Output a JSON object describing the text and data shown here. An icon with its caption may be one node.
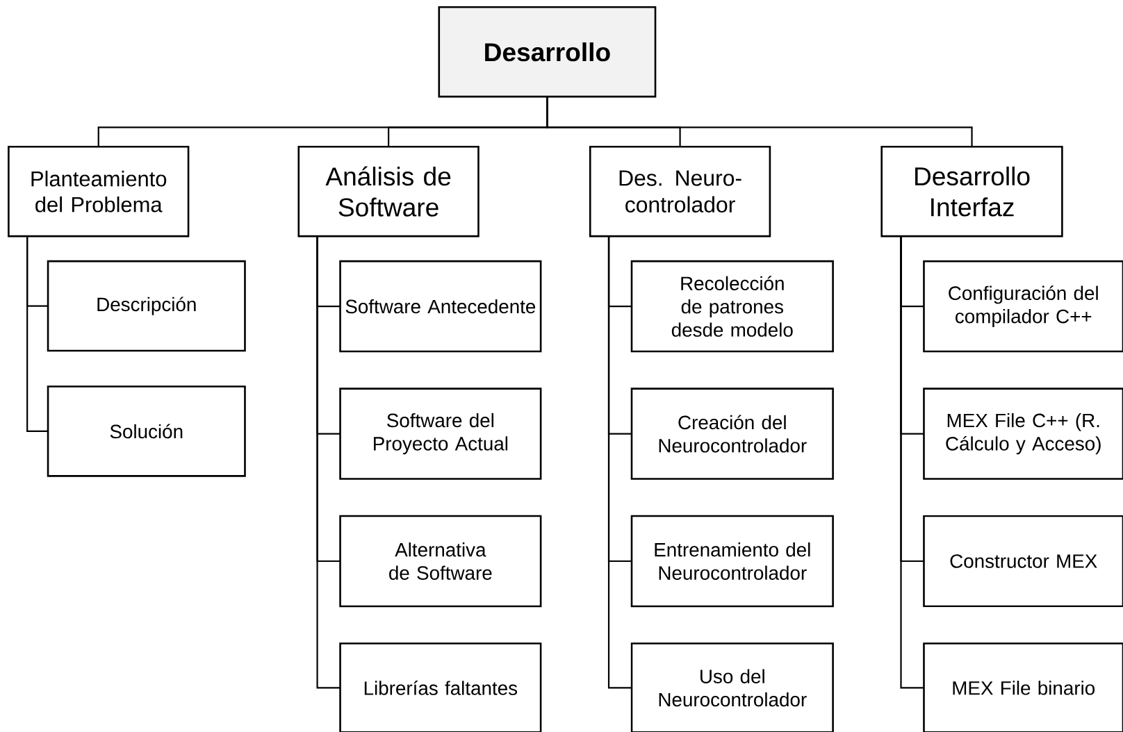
{
  "diagram": {
    "nodes": [
      {
        "text": [
          "Desarrollo"
        ]
      },
      {
        "text": [
          "Planteamiento del Problema"
        ]
      },
      {
        "text": [
          "Descripción"
        ]
      },
      {
        "text": [
          "Solución"
        ]
      },
      {
        "text": [
          "Análisis de Software"
        ]
      },
      {
        "text": [
          "Software Antecedente"
        ]
      },
      {
        "text": [
          "Software del Proyecto Actual"
        ]
      },
      {
        "text": [
          "Alternativa de Software"
        ]
      },
      {
        "text": [
          "Librerías faltantes"
        ]
      },
      {
        "text": [
          "Des. Neuro-controlador"
        ]
      },
      {
        "text": [
          "Recolección de patrones desde modelo"
        ]
      },
      {
        "text": [
          "Creación del Neurocontrolador"
        ]
      },
      {
        "text": [
          "Entrenamiento del Neurocontrolador"
        ]
      },
      {
        "text": [
          "Uso del Neurocontrolador"
        ]
      },
      {
        "text": [
          "Desarrollo Interfaz"
        ]
      },
      {
        "text": [
          "Configuración del compilador C++"
        ]
      },
      {
        "text": [
          "MEX File C++ (R. Cálculo y Acceso)"
        ]
      },
      {
        "text": [
          "Constructor MEX"
        ]
      },
      {
        "text": [
          "MEX File binario"
        ]
      }
    ],
    "edges": [
      {
        "from": 0,
        "to": 1,
        "arrow": "none"
      },
      {
        "from": 0,
        "to": 4,
        "arrow": "none"
      },
      {
        "from": 0,
        "to": 9,
        "arrow": "none"
      },
      {
        "from": 0,
        "to": 14,
        "arrow": "none"
      },
      {
        "from": 1,
        "to": 2,
        "arrow": "none"
      },
      {
        "from": 1,
        "to": 3,
        "arrow": "none"
      },
      {
        "from": 4,
        "to": 5,
        "arrow": "none"
      },
      {
        "from": 4,
        "to": 6,
        "arrow": "none"
      },
      {
        "from": 4,
        "to": 7,
        "arrow": "none"
      },
      {
        "from": 4,
        "to": 8,
        "arrow": "none"
      },
      {
        "from": 9,
        "to": 10,
        "arrow": "none"
      },
      {
        "from": 9,
        "to": 11,
        "arrow": "none"
      },
      {
        "from": 9,
        "to": 12,
        "arrow": "none"
      },
      {
        "from": 9,
        "to": 13,
        "arrow": "none"
      },
      {
        "from": 14,
        "to": 15,
        "arrow": "none"
      },
      {
        "from": 14,
        "to": 16,
        "arrow": "none"
      },
      {
        "from": 14,
        "to": 17,
        "arrow": "none"
      },
      {
        "from": 14,
        "to": 18,
        "arrow": "none"
      }
    ]
  }
}
